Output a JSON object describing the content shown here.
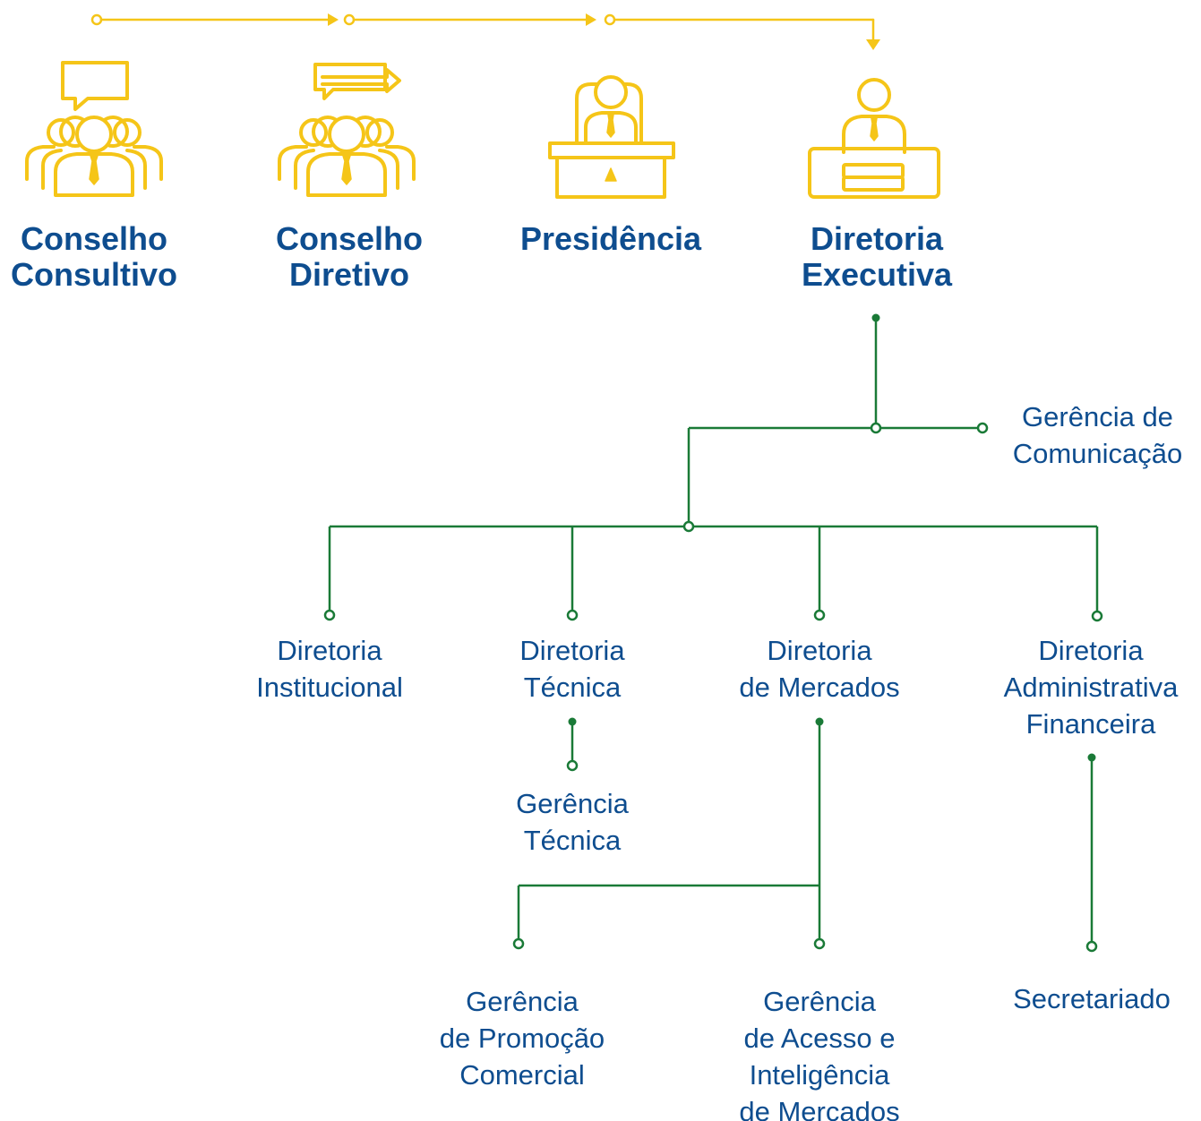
{
  "colors": {
    "gold": "#f5c518",
    "green": "#1a7a37",
    "blue": "#0e4d8f"
  },
  "governance": [
    {
      "icon": "advisory-council-icon",
      "lines": [
        "Conselho",
        "Consultivo"
      ]
    },
    {
      "icon": "board-council-icon",
      "lines": [
        "Conselho",
        "Diretivo"
      ]
    },
    {
      "icon": "presidency-icon",
      "lines": [
        "Presidência"
      ]
    },
    {
      "icon": "executive-board-icon",
      "lines": [
        "Diretoria",
        "Executiva"
      ]
    }
  ],
  "units": {
    "comunicacao": [
      "Gerência de",
      "Comunicação"
    ],
    "institucional": [
      "Diretoria",
      "Institucional"
    ],
    "tecnica": [
      "Diretoria",
      "Técnica"
    ],
    "mercados": [
      "Diretoria",
      "de Mercados"
    ],
    "administrativa": [
      "Diretoria",
      "Administrativa",
      "Financeira"
    ],
    "gerencia_tecnica": [
      "Gerência",
      "Técnica"
    ],
    "promocao": [
      "Gerência",
      "de Promoção",
      "Comercial"
    ],
    "acesso": [
      "Gerência",
      "de Acesso e",
      "Inteligência",
      "de Mercados"
    ],
    "secretariado": [
      "Secretariado"
    ]
  }
}
